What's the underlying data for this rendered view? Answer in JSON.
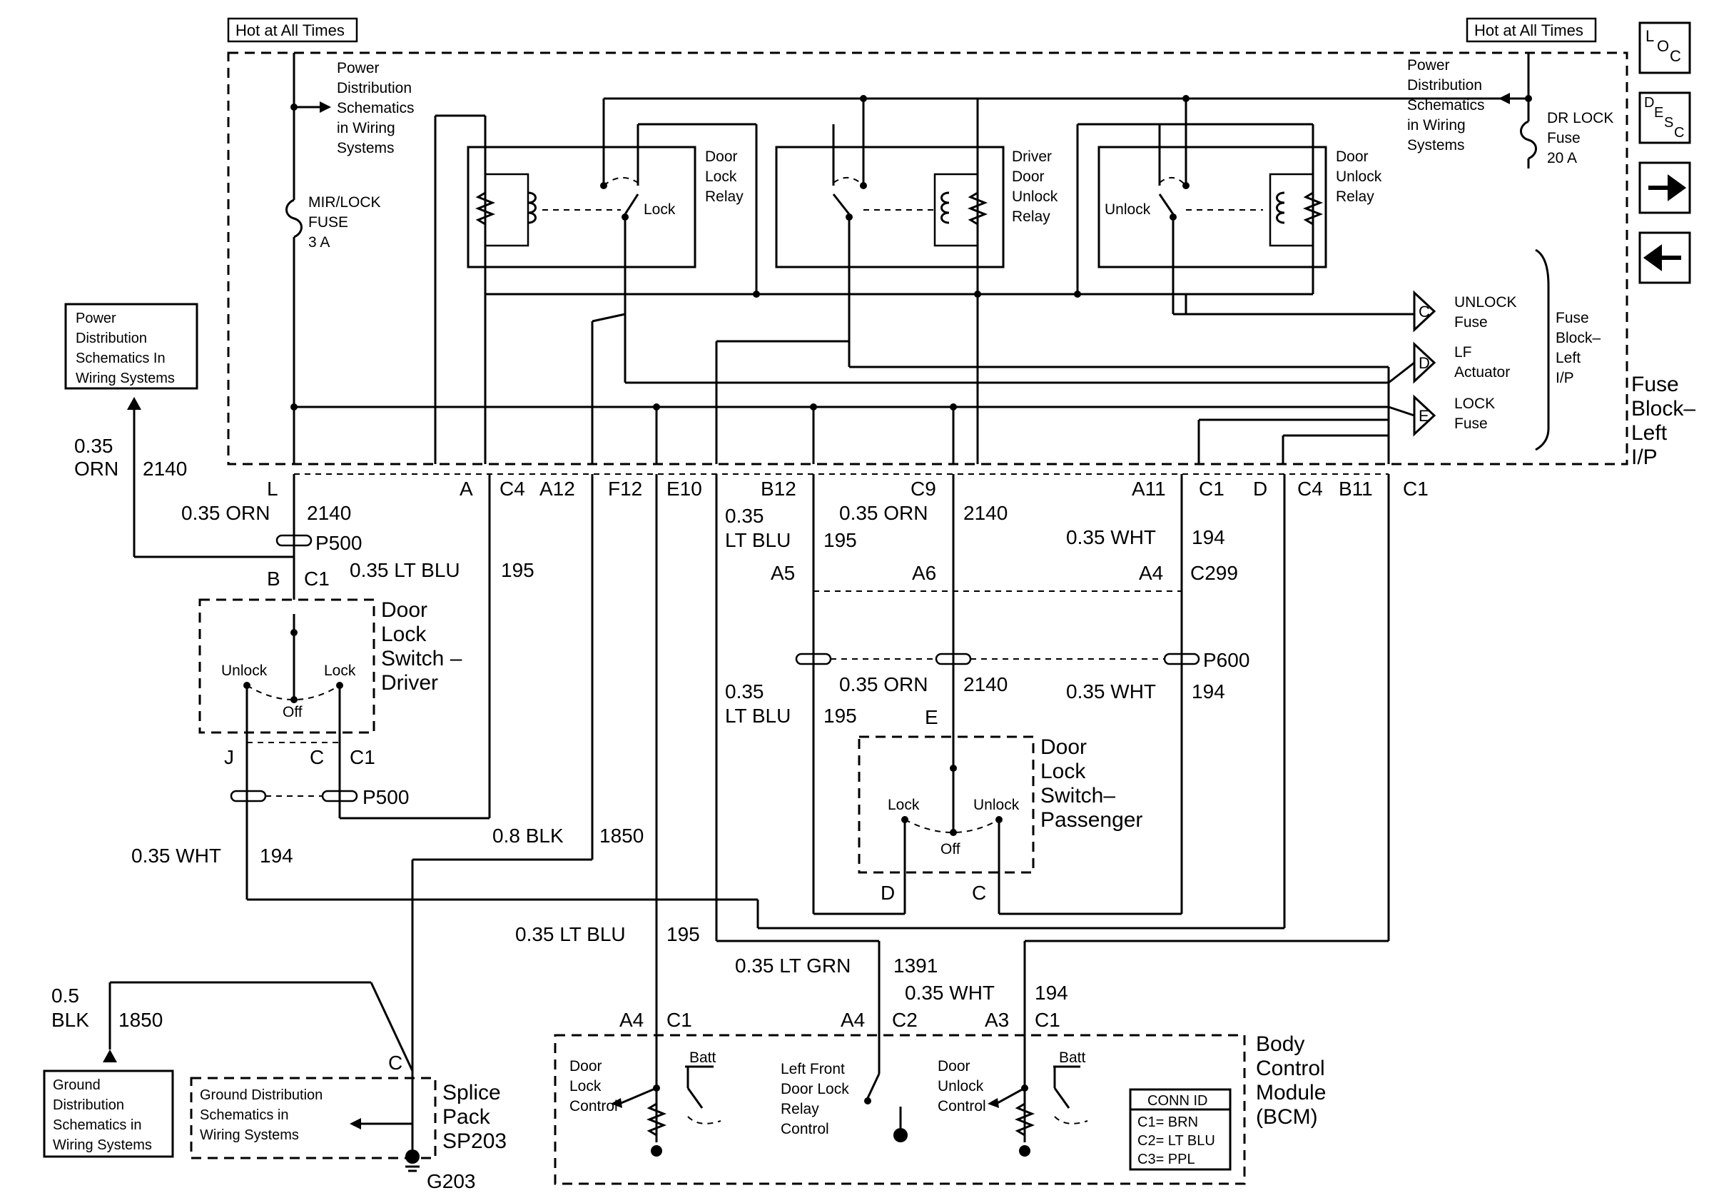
{
  "header": {
    "hot_left": "Hot at All Times",
    "hot_right": "Hot at All Times"
  },
  "nav": {
    "loc": "LOC",
    "desc": "DESC",
    "forward": "→",
    "back": "←"
  },
  "power_dist_1": [
    "Power",
    "Distribution",
    "Schematics",
    "in Wiring",
    "Systems"
  ],
  "power_dist_2": [
    "Power",
    "Distribution",
    "Schematics",
    "in Wiring",
    "Systems"
  ],
  "power_dist_box": [
    "Power",
    "Distribution",
    "Schematics In",
    "Wiring Systems"
  ],
  "mirlock_fuse": [
    "MIR/LOCK",
    "FUSE",
    "3 A"
  ],
  "drlock_fuse": [
    "DR LOCK",
    "Fuse",
    "20 A"
  ],
  "relays": {
    "door_lock": [
      "Door",
      "Lock",
      "Relay"
    ],
    "driver_unlock": [
      "Driver",
      "Door",
      "Unlock",
      "Relay"
    ],
    "door_unlock": [
      "Door",
      "Unlock",
      "Relay"
    ],
    "lock_label": "Lock",
    "unlock_label": "Unlock"
  },
  "fuse_block": {
    "items": [
      {
        "letter": "C",
        "label1": "UNLOCK",
        "label2": "Fuse"
      },
      {
        "letter": "D",
        "label1": "LF",
        "label2": "Actuator"
      },
      {
        "letter": "E",
        "label1": "LOCK",
        "label2": "Fuse"
      }
    ],
    "bracket_label": [
      "Fuse",
      "Block–",
      "Left",
      "I/P"
    ],
    "big_label": [
      "Fuse",
      "Block–",
      "Left",
      "I/P"
    ]
  },
  "pins_top": {
    "L": "L",
    "A": "A",
    "C4a": "C4",
    "A12": "A12",
    "F12": "F12",
    "E10": "E10",
    "B12": "B12",
    "C9": "C9",
    "A11": "A11",
    "C1a": "C1",
    "D": "D",
    "C4b": "C4",
    "B11": "B11",
    "C1b": "C1"
  },
  "wires": {
    "w035orn": "0.35",
    "w035orn_b": "ORN",
    "w2140": "2140",
    "w035orn_2140_a": "0.35 ORN",
    "w2140_a": "2140",
    "ltblu_195": "0.35 LT BLU",
    "n195": "195",
    "b12_035": "0.35",
    "b12_ltblu": "LT BLU",
    "b12_195": "195",
    "c9_orn": "0.35 ORN",
    "c9_2140": "2140",
    "a11_wht": "0.35 WHT",
    "a11_194": "194",
    "mid_orn": "0.35 ORN",
    "mid_2140": "2140",
    "mid_wht": "0.35 WHT",
    "mid_194": "194",
    "mid_035": "0.35",
    "mid_ltblu": "LT BLU",
    "mid_195": "195",
    "wht194_left": "0.35 WHT",
    "n194_left": "194",
    "blk08": "0.8 BLK",
    "n1850": "1850",
    "bottom_ltblu": "0.35 LT BLU",
    "bottom_195": "195",
    "ltgrn": "0.35 LT GRN",
    "n1391": "1391",
    "bottom_wht": "0.35 WHT",
    "bottom_194": "194",
    "blk05": "0.5",
    "blk05b": "BLK",
    "n1850b": "1850"
  },
  "connectors": {
    "p500_top": "P500",
    "p500_bot": "P500",
    "p600": "P600",
    "c299": "C299",
    "a5": "A5",
    "a6": "A6",
    "a4": "A4",
    "b_c1": "B",
    "c1_1": "C1",
    "j": "J",
    "c_c1": "C",
    "c1_2": "C1",
    "e": "E",
    "d": "D",
    "c": "C",
    "bcm_a4": "A4",
    "bcm_c1": "C1",
    "bcm_a4b": "A4",
    "bcm_c2": "C2",
    "bcm_a3": "A3",
    "bcm_c1b": "C1",
    "splice_c": "C"
  },
  "driver_switch": {
    "title": [
      "Door",
      "Lock",
      "Switch –",
      "Driver"
    ],
    "unlock": "Unlock",
    "lock": "Lock",
    "off": "Off"
  },
  "passenger_switch": {
    "title": [
      "Door",
      "Lock",
      "Switch–",
      "Passenger"
    ],
    "lock": "Lock",
    "unlock": "Unlock",
    "off": "Off"
  },
  "bcm": {
    "title": [
      "Body",
      "Control",
      "Module",
      "(BCM)"
    ],
    "door_lock_ctrl": [
      "Door",
      "Lock",
      "Control"
    ],
    "lf_relay_ctrl": [
      "Left Front",
      "Door Lock",
      "Relay",
      "Control"
    ],
    "door_unlock_ctrl": [
      "Door",
      "Unlock",
      "Control"
    ],
    "batt1": "Batt",
    "batt2": "Batt",
    "conn_id_title": "CONN ID",
    "conn_ids": [
      "C1= BRN",
      "C2= LT BLU",
      "C3= PPL"
    ]
  },
  "ground_box": [
    "Ground",
    "Distribution",
    "Schematics in",
    "Wiring Systems"
  ],
  "ground_inner": [
    "Ground Distribution",
    "Schematics in",
    "Wiring Systems"
  ],
  "splice": [
    "Splice",
    "Pack",
    "SP203"
  ],
  "g203": "G203"
}
